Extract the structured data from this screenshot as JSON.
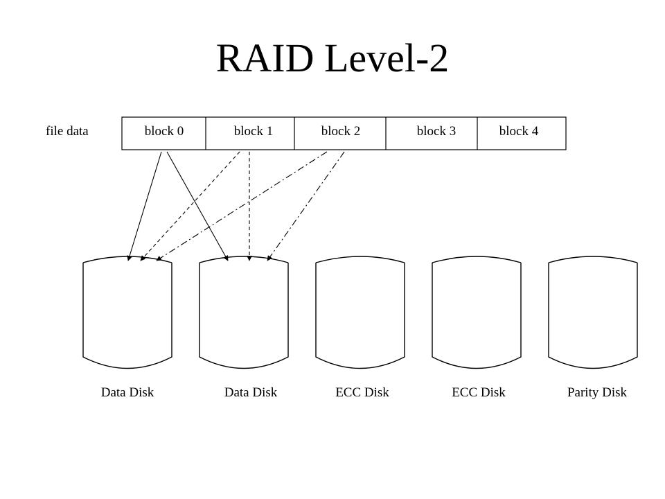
{
  "title": "RAID Level-2",
  "file_row": {
    "label": "file data",
    "blocks": [
      "block 0",
      "block 1",
      "block 2",
      "block 3",
      "block 4"
    ]
  },
  "disks": [
    {
      "label": "Data Disk"
    },
    {
      "label": "Data Disk"
    },
    {
      "label": "ECC Disk"
    },
    {
      "label": "ECC Disk"
    },
    {
      "label": "Parity Disk"
    }
  ]
}
